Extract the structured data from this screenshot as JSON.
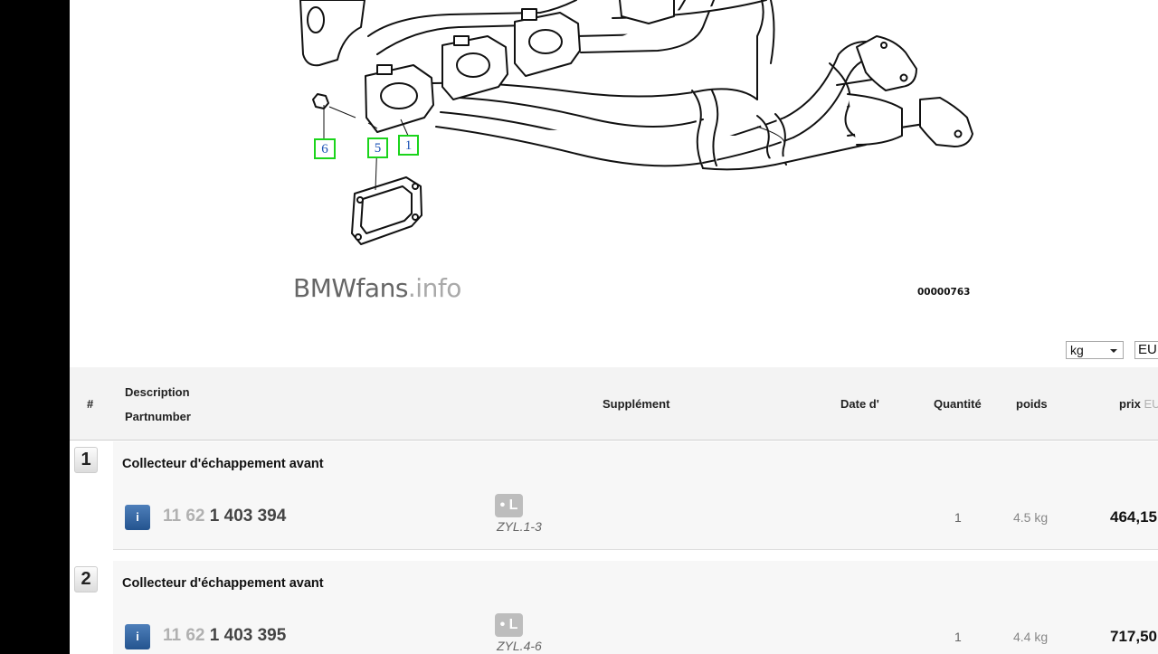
{
  "diagram": {
    "brand_main": "BMWfans",
    "brand_suffix": ".info",
    "code": "00000763",
    "callouts": [
      "6",
      "5",
      "1"
    ]
  },
  "selectors": {
    "unit": "kg",
    "currency": "EUR"
  },
  "table": {
    "headers": {
      "num": "#",
      "description": "Description",
      "partnumber": "Partnumber",
      "supplement": "Supplément",
      "date": "Date d'",
      "quantity": "Quantité",
      "weight": "poids",
      "price": "prix",
      "price_unit": "EUR"
    },
    "rows": [
      {
        "num": "1",
        "description": "Collecteur d'échappement avant",
        "info": "i",
        "part_prefix": "11 62",
        "part_main": "1 403 394",
        "badge": "• L",
        "supplement": "ZYL.1-3",
        "quantity": "1",
        "weight": "4.5 kg",
        "price": "464,15"
      },
      {
        "num": "2",
        "description": "Collecteur d'échappement avant",
        "info": "i",
        "part_prefix": "11 62",
        "part_main": "1 403 395",
        "badge": "• L",
        "supplement": "ZYL.4-6",
        "quantity": "1",
        "weight": "4.4 kg",
        "price": "717,50"
      }
    ]
  }
}
